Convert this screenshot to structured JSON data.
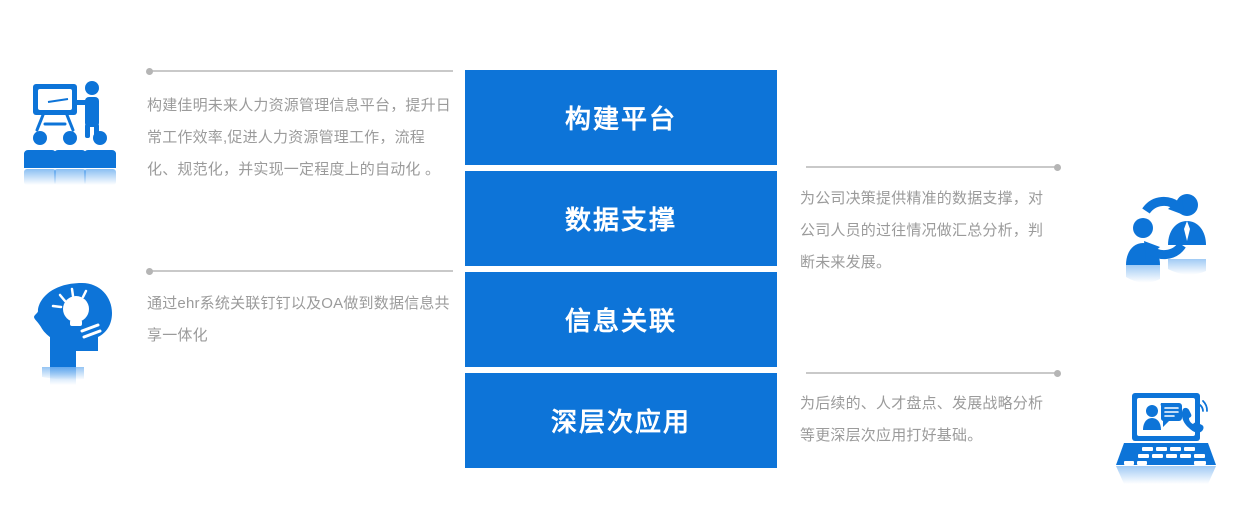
{
  "theme": {
    "accent": "#0d74d8",
    "accent_light": "#2b8ae8",
    "text_gray": "#9b9b9b",
    "line_gray": "#c9c9c9",
    "dot_gray": "#b5b5b5",
    "background": "#ffffff",
    "bar_text": "#ffffff"
  },
  "center": {
    "bars": [
      {
        "label": "构建平台"
      },
      {
        "label": "数据支撑"
      },
      {
        "label": "信息关联"
      },
      {
        "label": "深层次应用"
      }
    ]
  },
  "left": {
    "blocks": [
      {
        "icon": "training-presentation-icon",
        "text": "构建佳明未来人力资源管理信息平台，提升日常工作效率,促进人力资源管理工作，流程化、规范化，并实现一定程度上的自动化 。"
      },
      {
        "icon": "head-lightbulb-idea-icon",
        "text": "通过ehr系统关联钉钉以及OA做到数据信息共享一体化"
      }
    ]
  },
  "right": {
    "blocks": [
      {
        "icon": "people-exchange-icon",
        "text": "为公司决策提供精准的数据支撑，对公司人员的过往情况做汇总分析，判断未来发展。"
      },
      {
        "icon": "laptop-chat-call-icon",
        "text": "为后续的、人才盘点、发展战略分析等更深层次应用打好基础。"
      }
    ]
  }
}
